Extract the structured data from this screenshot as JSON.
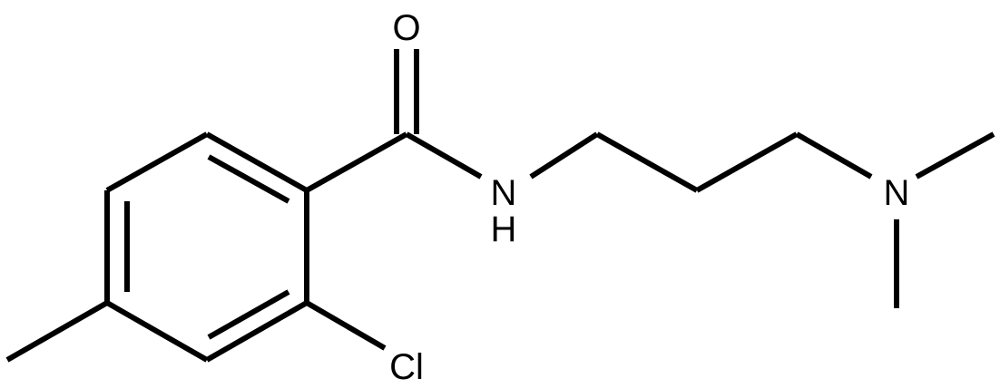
{
  "atoms": {
    "oxygen": "O",
    "nitrogen_amide": "N",
    "hydrogen_amide": "H",
    "nitrogen_amine": "N",
    "chlorine": "Cl"
  }
}
